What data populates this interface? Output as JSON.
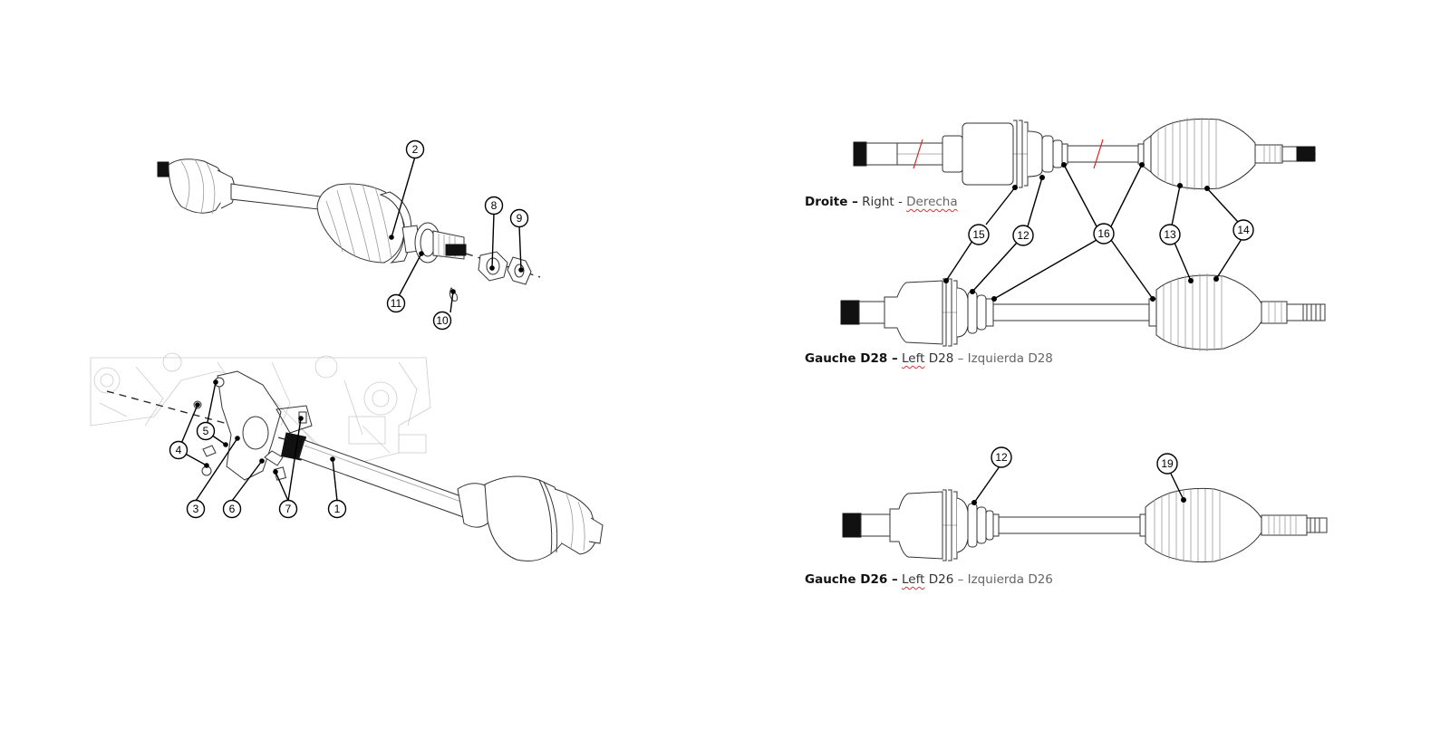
{
  "callouts": {
    "c1": "1",
    "c2": "2",
    "c3": "3",
    "c4": "4",
    "c5": "5",
    "c6": "6",
    "c7": "7",
    "c8": "8",
    "c9": "9",
    "c10": "10",
    "c11": "11",
    "r15": "15",
    "r12": "12",
    "r16": "16",
    "r13": "13",
    "r14": "14",
    "d12": "12",
    "d19": "19"
  },
  "captions": {
    "right": {
      "bold": "Droite –",
      "mid": " Right - ",
      "word": "Derecha"
    },
    "left28": {
      "bold": "Gauche D28 –",
      "sp": " ",
      "word": "Left",
      "mid": " D28 ",
      "light": "– Izquierda D28"
    },
    "left26": {
      "bold": "Gauche D26 –",
      "sp": " ",
      "word": "Left",
      "mid": " D26 ",
      "light": "– Izquierda D26"
    }
  }
}
